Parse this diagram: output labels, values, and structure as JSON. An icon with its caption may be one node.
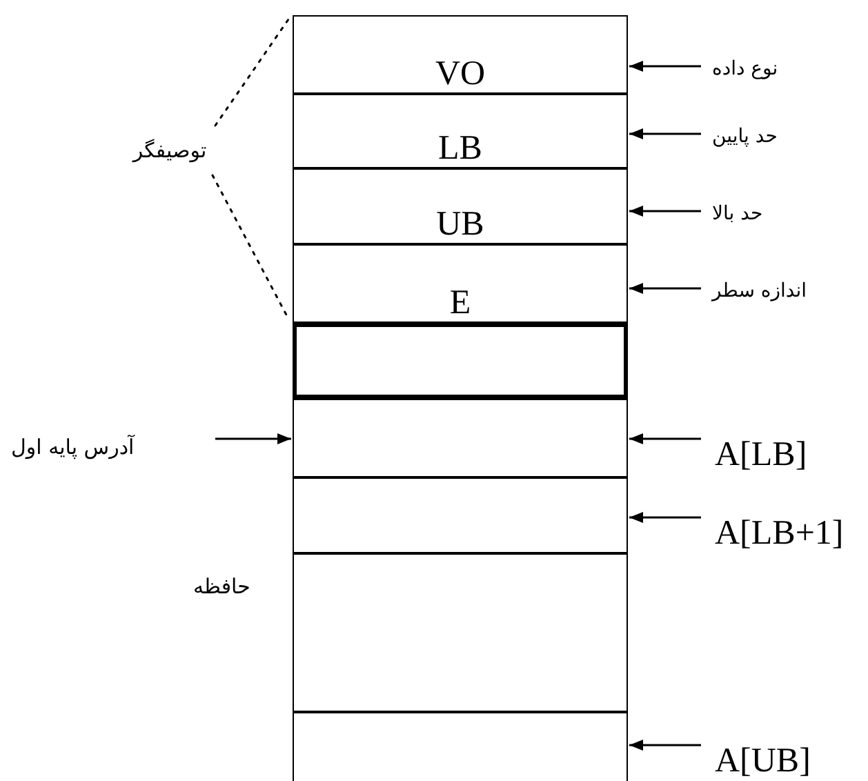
{
  "diagram": {
    "nodes": [
      {
        "text": [
          "VO"
        ]
      },
      {
        "text": [
          "LB"
        ]
      },
      {
        "text": [
          "UB"
        ]
      },
      {
        "text": [
          "E"
        ]
      },
      {
        "text": [],
        "shape": "box"
      },
      {
        "text": [],
        "shape": "box"
      },
      {
        "text": [],
        "shape": "box"
      },
      {
        "text": [],
        "shape": "box"
      },
      {
        "text": [],
        "shape": "box"
      },
      {
        "text": [
          "نوع داده"
        ]
      },
      {
        "text": [
          "حد پایین"
        ]
      },
      {
        "text": [
          "حد بالا"
        ]
      },
      {
        "text": [
          "اندازه سطر"
        ]
      },
      {
        "text": [
          "A[LB]"
        ]
      },
      {
        "text": [
          "A[LB+1]"
        ]
      },
      {
        "text": [
          "A[UB]"
        ]
      },
      {
        "text": [
          "آدرس پایه اول"
        ]
      },
      {
        "text": [
          "توصیفگر"
        ]
      }
    ],
    "edges": [
      {
        "from": 9,
        "to": 0,
        "arrow": "to"
      },
      {
        "from": 10,
        "to": 1,
        "arrow": "to"
      },
      {
        "from": 11,
        "to": 2,
        "arrow": "to"
      },
      {
        "from": 12,
        "to": 3,
        "arrow": "to"
      },
      {
        "from": 13,
        "to": 5,
        "arrow": "to"
      },
      {
        "from": 14,
        "to": 6,
        "arrow": "to"
      },
      {
        "from": 15,
        "to": 8,
        "arrow": "to"
      },
      {
        "from": 16,
        "to": 5,
        "arrow": "to"
      },
      {
        "from": 17,
        "to": 0,
        "arrow": "none",
        "style": "dashed"
      },
      {
        "from": 17,
        "to": 3,
        "arrow": "none",
        "style": "dashed"
      }
    ],
    "labels": [
      "حافظه"
    ]
  }
}
